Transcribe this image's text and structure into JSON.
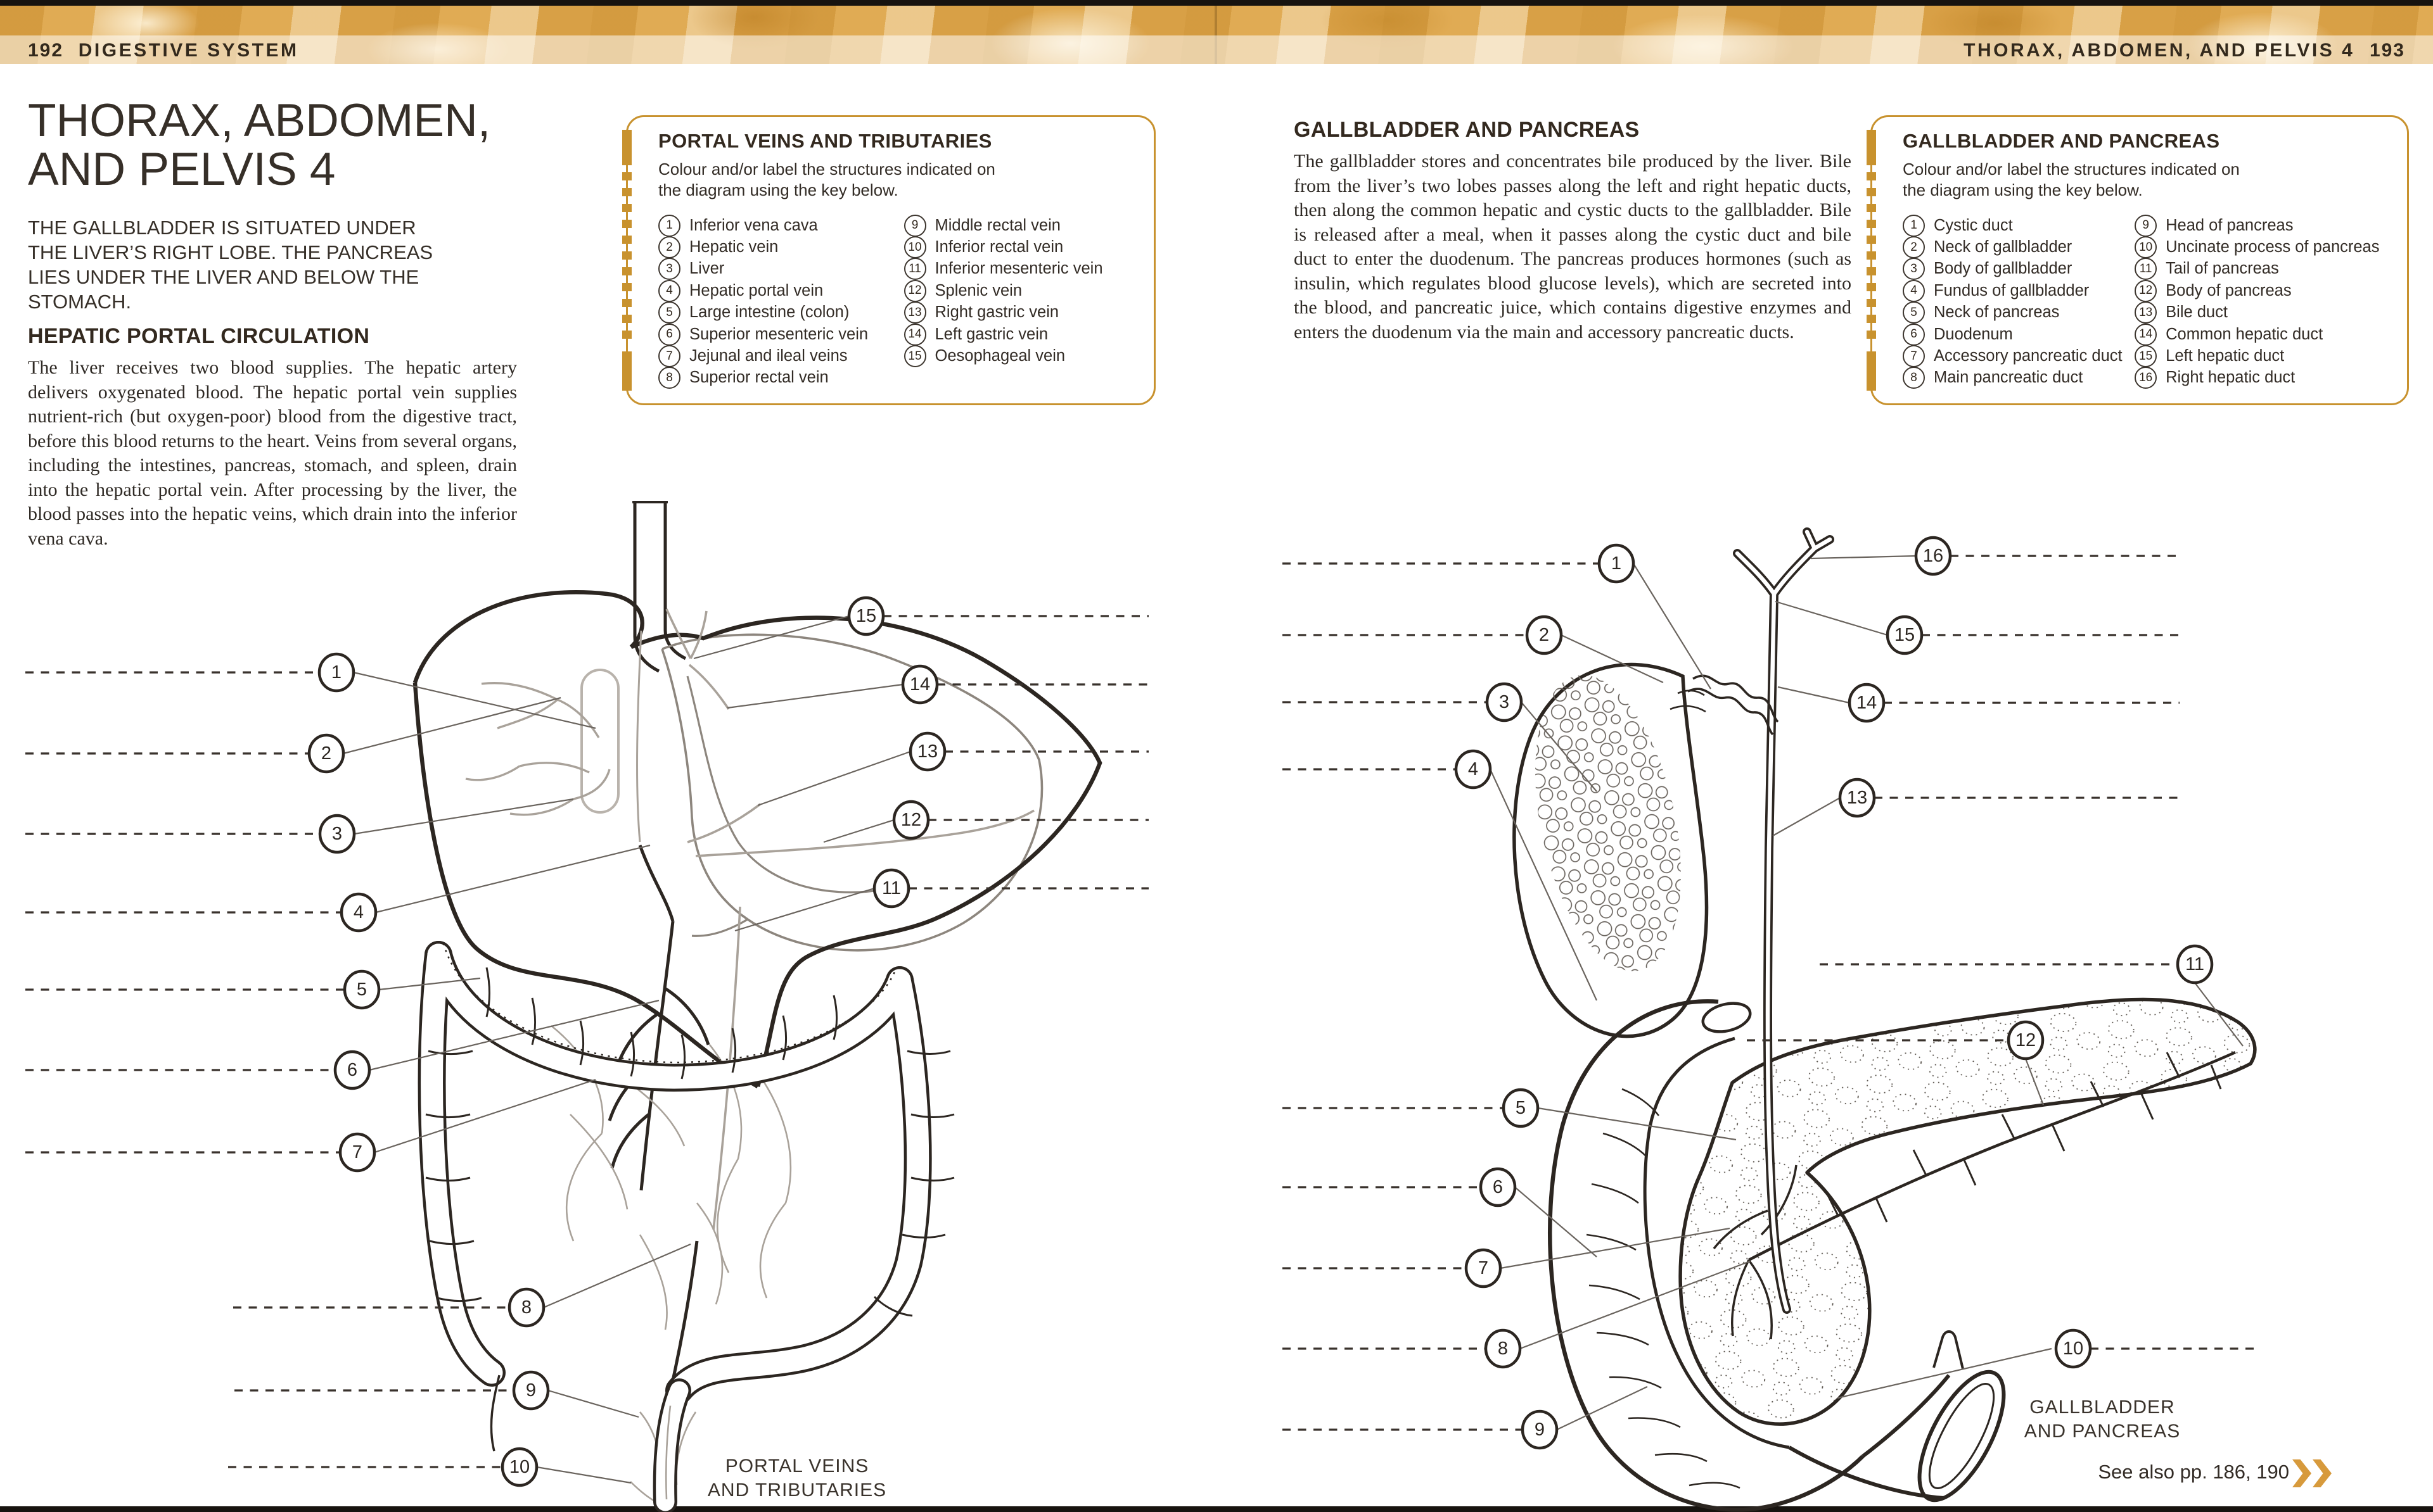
{
  "header": {
    "left_page_number": "192",
    "left_section": "DIGESTIVE SYSTEM",
    "right_section": "THORAX, ABDOMEN, AND PELVIS 4",
    "right_page_number": "193"
  },
  "left": {
    "title_lines": [
      "THORAX, ABDOMEN,",
      "AND PELVIS 4"
    ],
    "intro": "THE GALLBLADDER IS SITUATED UNDER THE LIVER’S RIGHT LOBE. THE PANCREAS LIES UNDER THE LIVER AND BELOW THE STOMACH.",
    "heading": "HEPATIC PORTAL CIRCULATION",
    "body": "The liver receives two blood supplies. The hepatic artery delivers oxygenated blood. The hepatic portal vein supplies nutrient-rich (but oxygen-poor) blood from the digestive tract, before this blood returns to the heart. Veins from several organs, including the intestines, pancreas, stomach, and spleen, drain into the hepatic portal vein. After processing by the liver, the blood passes into the hepatic veins, which drain into the inferior vena cava.",
    "key": {
      "title": "PORTAL VEINS AND TRIBUTARIES",
      "instructions": "Colour and/or label the structures indicated on the diagram using the key below.",
      "items": [
        {
          "n": "1",
          "label": "Inferior vena cava"
        },
        {
          "n": "2",
          "label": "Hepatic vein"
        },
        {
          "n": "3",
          "label": "Liver"
        },
        {
          "n": "4",
          "label": "Hepatic portal vein"
        },
        {
          "n": "5",
          "label": "Large intestine (colon)"
        },
        {
          "n": "6",
          "label": "Superior mesenteric vein"
        },
        {
          "n": "7",
          "label": "Jejunal and ileal veins"
        },
        {
          "n": "8",
          "label": "Superior rectal vein"
        },
        {
          "n": "9",
          "label": "Middle rectal vein"
        },
        {
          "n": "10",
          "label": "Inferior rectal vein"
        },
        {
          "n": "11",
          "label": "Inferior mesenteric vein"
        },
        {
          "n": "12",
          "label": "Splenic vein"
        },
        {
          "n": "13",
          "label": "Right gastric vein"
        },
        {
          "n": "14",
          "label": "Left gastric vein"
        },
        {
          "n": "15",
          "label": "Oesophageal vein"
        }
      ]
    },
    "caption_lines": [
      "PORTAL VEINS",
      "AND TRIBUTARIES"
    ]
  },
  "right": {
    "heading": "GALLBLADDER AND PANCREAS",
    "body": "The gallbladder stores and concentrates bile produced by the liver. Bile from the liver’s two lobes passes along the left and right hepatic ducts, then along the common hepatic and cystic ducts to the gallbladder. Bile is released after a meal, when it passes along the cystic duct and bile duct to enter the duodenum. The pancreas produces hormones (such as insulin, which regulates blood glucose levels), which are secreted into the blood, and pancreatic juice, which contains digestive enzymes and enters the duodenum via the main and accessory pancreatic ducts.",
    "key": {
      "title": "GALLBLADDER AND PANCREAS",
      "instructions": "Colour and/or label the structures indicated on the diagram using the key below.",
      "items": [
        {
          "n": "1",
          "label": "Cystic duct"
        },
        {
          "n": "2",
          "label": "Neck of gallbladder"
        },
        {
          "n": "3",
          "label": "Body of gallbladder"
        },
        {
          "n": "4",
          "label": "Fundus of gallbladder"
        },
        {
          "n": "5",
          "label": "Neck of pancreas"
        },
        {
          "n": "6",
          "label": "Duodenum"
        },
        {
          "n": "7",
          "label": "Accessory pancreatic duct"
        },
        {
          "n": "8",
          "label": "Main pancreatic duct"
        },
        {
          "n": "9",
          "label": "Head of pancreas"
        },
        {
          "n": "10",
          "label": "Uncinate process of pancreas"
        },
        {
          "n": "11",
          "label": "Tail of pancreas"
        },
        {
          "n": "12",
          "label": "Body of pancreas"
        },
        {
          "n": "13",
          "label": "Bile duct"
        },
        {
          "n": "14",
          "label": "Common hepatic duct"
        },
        {
          "n": "15",
          "label": "Left hepatic duct"
        },
        {
          "n": "16",
          "label": "Right hepatic duct"
        }
      ]
    },
    "caption_lines": [
      "GALLBLADDER",
      "AND PANCREAS"
    ],
    "see_also": "See also pp. 186, 190"
  },
  "callouts": {
    "left": [
      "1",
      "2",
      "3",
      "4",
      "5",
      "6",
      "7",
      "8",
      "9",
      "10",
      "11",
      "12",
      "13",
      "14",
      "15"
    ],
    "right": [
      "1",
      "2",
      "3",
      "4",
      "5",
      "6",
      "7",
      "8",
      "9",
      "10",
      "11",
      "12",
      "13",
      "14",
      "15",
      "16"
    ]
  },
  "colors": {
    "accent": "#C8922E",
    "chevron": "#D79A3C",
    "ink": "#2C2621"
  }
}
